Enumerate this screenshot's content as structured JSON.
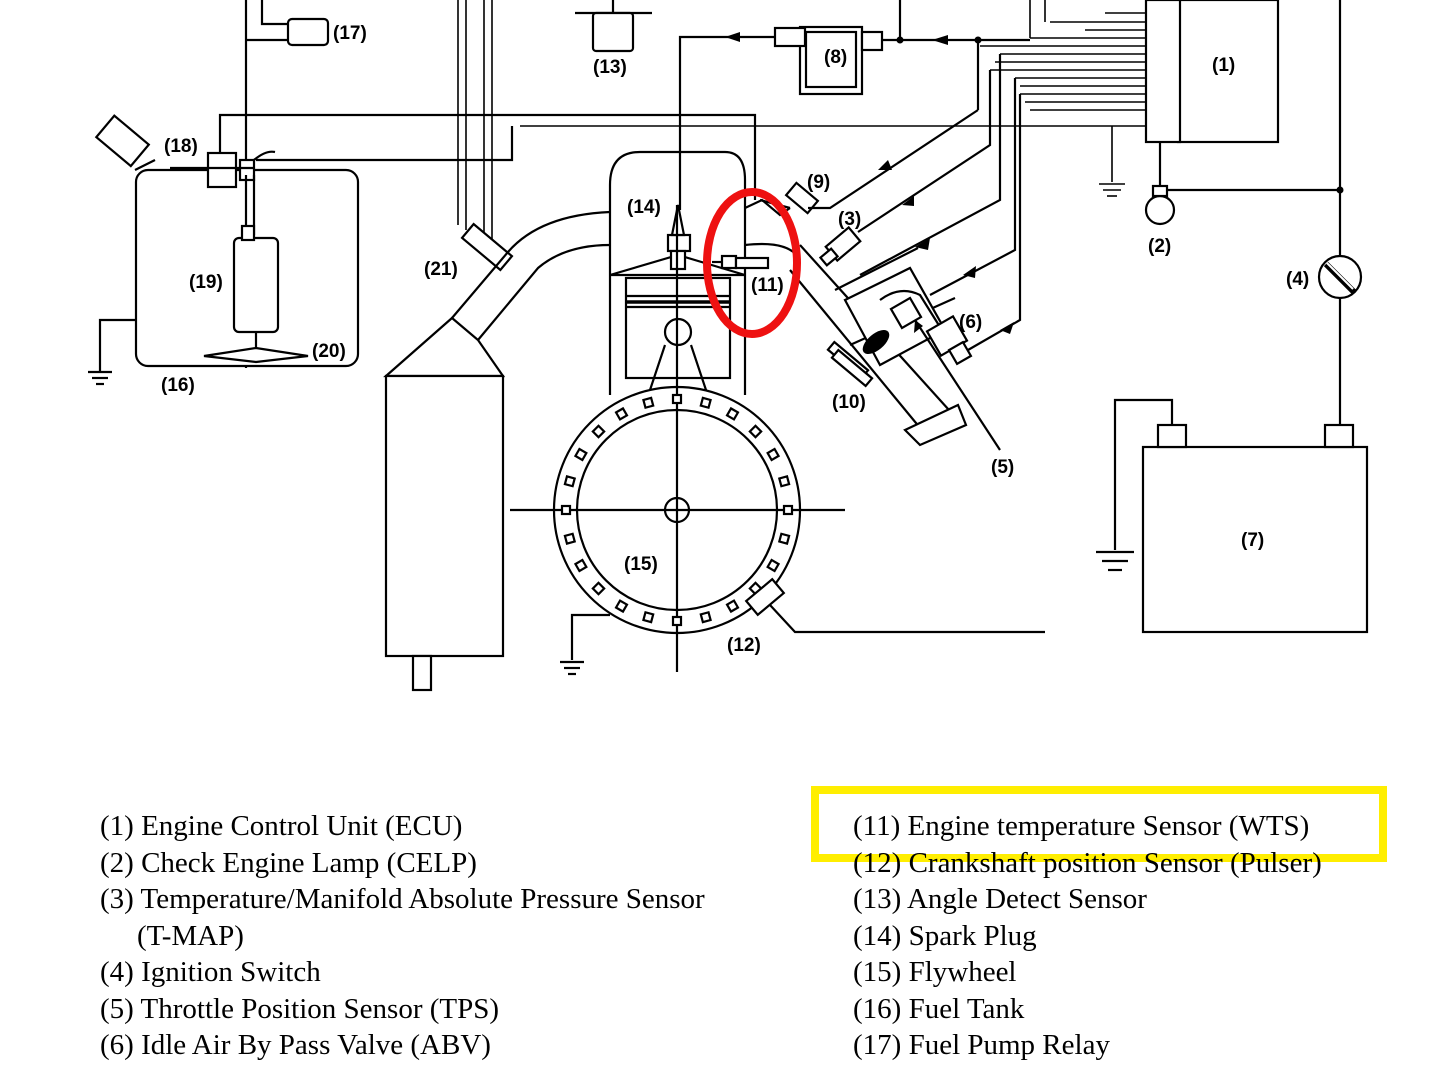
{
  "diagram": {
    "callouts": {
      "c1": "(1)",
      "c2": "(2)",
      "c3": "(3)",
      "c4": "(4)",
      "c5": "(5)",
      "c6": "(6)",
      "c7": "(7)",
      "c8": "(8)",
      "c9": "(9)",
      "c10": "(10)",
      "c11": "(11)",
      "c12": "(12)",
      "c13": "(13)",
      "c14": "(14)",
      "c15": "(15)",
      "c16": "(16)",
      "c17": "(17)",
      "c18": "(18)",
      "c19": "(19)",
      "c20": "(20)",
      "c21": "(21)"
    },
    "highlight_colors": {
      "circle": "#ee1111",
      "box": "#ffee00"
    }
  },
  "legend": {
    "left": [
      "(1) Engine Control Unit (ECU)",
      "(2) Check Engine Lamp (CELP)",
      "(3) Temperature/Manifold Absolute Pressure Sensor",
      "(T-MAP)",
      "(4) Ignition Switch",
      "(5) Throttle Position Sensor (TPS)",
      "(6) Idle Air By Pass Valve (ABV)"
    ],
    "right": [
      "(11) Engine temperature Sensor (WTS)",
      "(12) Crankshaft position Sensor (Pulser)",
      "(13) Angle Detect Sensor",
      "(14) Spark Plug",
      "(15) Flywheel",
      "(16) Fuel Tank",
      "(17) Fuel Pump Relay"
    ]
  }
}
